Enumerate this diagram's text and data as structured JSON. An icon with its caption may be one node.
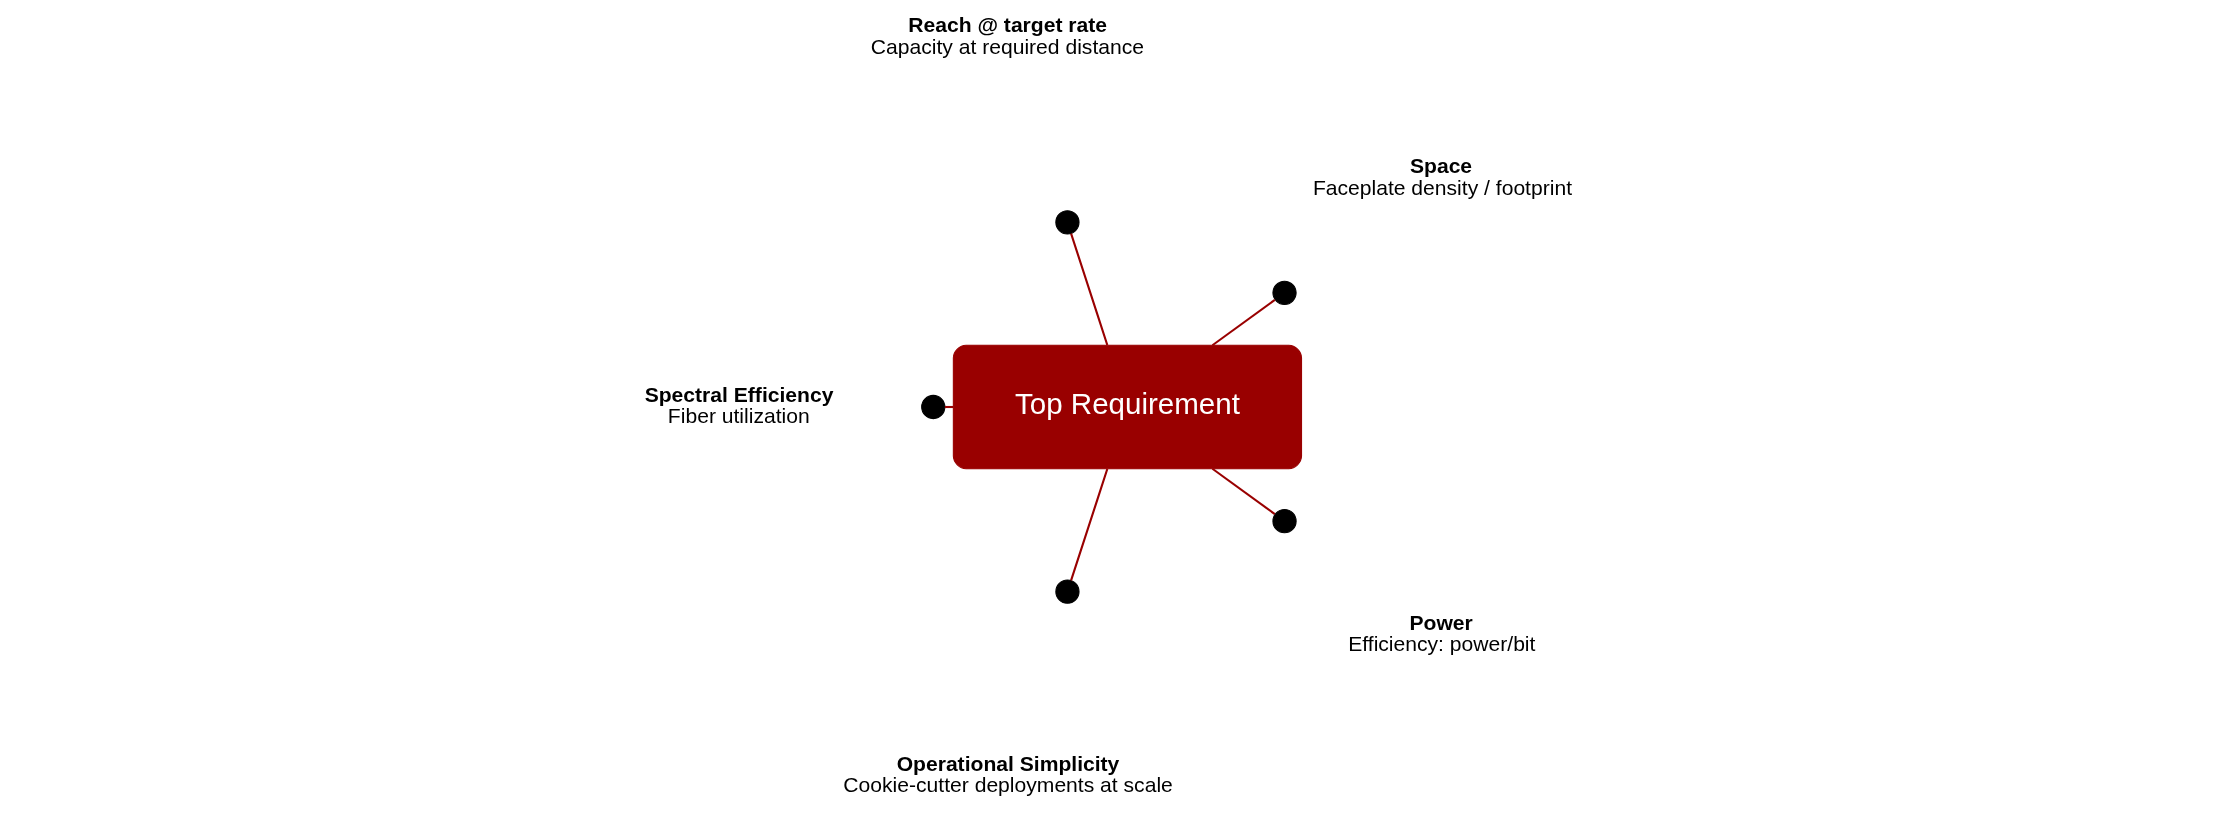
{
  "diagram": {
    "nodes": [
      {
        "text": [],
        "shape": "circle",
        "beside": [
          "Power",
          "Efficiency: power/bit"
        ]
      },
      {
        "text": [],
        "shape": "circle",
        "beside": [
          "Space",
          "Faceplate density / footprint"
        ]
      },
      {
        "text": [],
        "shape": "circle",
        "beside": [
          "Operational Simplicity",
          "Cookie-cutter deployments at scale"
        ]
      },
      {
        "text": [],
        "shape": "circle",
        "beside": [
          "Reach @ target rate",
          "Capacity at required distance"
        ]
      },
      {
        "text": [
          "Top Requirement"
        ]
      },
      {
        "text": [],
        "shape": "circle",
        "beside": [
          "Spectral Efficiency",
          "Fiber utilization"
        ]
      }
    ],
    "edges": [
      {
        "from": 4,
        "to": 0,
        "arrow": "none"
      },
      {
        "from": 4,
        "to": 1,
        "arrow": "none"
      },
      {
        "from": 4,
        "to": 2,
        "arrow": "none"
      },
      {
        "from": 4,
        "to": 3,
        "arrow": "none"
      },
      {
        "from": 4,
        "to": 5,
        "arrow": "none"
      }
    ]
  }
}
